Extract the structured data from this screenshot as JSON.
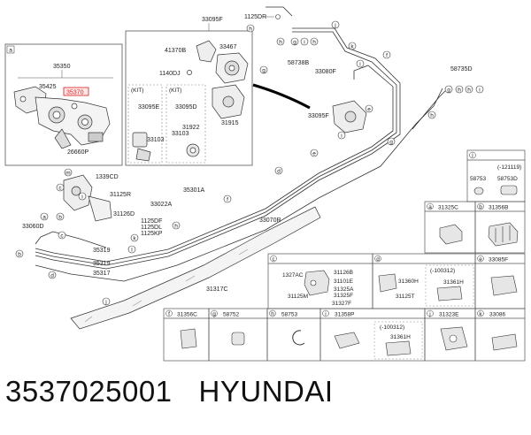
{
  "caption": {
    "part_number": "3537025001",
    "brand": "HYUNDAI"
  },
  "inset_a": {
    "marker": "a",
    "labels": [
      "35350",
      "35425",
      "35370",
      "26660P"
    ]
  },
  "inset_b": {
    "labels": [
      "33095F",
      "1125DR",
      "41370B",
      "33467",
      "1140DJ"
    ],
    "kit_left": {
      "title": "(KIT)",
      "labels": [
        "33095E",
        "33103"
      ]
    },
    "kit_right": {
      "title": "(KIT)",
      "labels": [
        "33095D",
        "31922",
        "33103",
        "31915"
      ]
    }
  },
  "main_labels": {
    "b58738": "58738B",
    "b33080": "33080F",
    "b58735": "58735D",
    "b33095f2": "33095F",
    "b1339": "1339CD",
    "b31125r": "31125R",
    "b35301": "35301A",
    "b33022": "33022A",
    "b31126d": "31126D",
    "b1125df": "1125DF",
    "b1125dl": "1125DL",
    "b1125kp": "1125KP",
    "b33060": "33060D",
    "b35319a": "35319",
    "b35319b": "35319",
    "b35317": "35317",
    "b33070": "33070R",
    "b31317": "31317C"
  },
  "callouts": {
    "c_h1": "h",
    "c_g1": "g",
    "c_h2": "h",
    "c_i1": "i",
    "c_k1": "k",
    "c_j1": "j",
    "c_g2": "g",
    "c_h3": "h",
    "c_i2": "i",
    "c_f1": "f",
    "c_h4": "h",
    "c_g3": "g",
    "c_h5": "h",
    "c_i3": "i",
    "c_g4": "g",
    "c_h6": "h",
    "c_e1": "e",
    "c_i4": "i",
    "c_e2": "e",
    "c_d1": "d",
    "c_f2": "f",
    "c_h7": "h",
    "c_b1": "b",
    "c_a1": "a",
    "c_l1": "l",
    "c_j2": "j",
    "c_i5": "i",
    "c_c1": "c",
    "c_d2": "d",
    "c_b2": "b",
    "c_c2": "c",
    "c_k2": "k",
    "c_m1": "m"
  },
  "grid": {
    "l": {
      "marker": "l",
      "note": "(-121119)",
      "labels": [
        "58753",
        "58753D"
      ]
    },
    "a": {
      "marker": "a",
      "code": "31325C"
    },
    "b": {
      "marker": "b",
      "code": "31356B"
    },
    "c": {
      "marker": "c",
      "labels": [
        "1327AC",
        "31126B",
        "31101E",
        "31325A",
        "31125M",
        "31325F",
        "31327F"
      ]
    },
    "d": {
      "marker": "d",
      "note": "(-100312)",
      "labels": [
        "31360H",
        "31125T",
        "31361H"
      ]
    },
    "e": {
      "marker": "e",
      "code": "33085F"
    },
    "f": {
      "marker": "f",
      "code": "31356C"
    },
    "g": {
      "marker": "g",
      "code": "58752"
    },
    "h": {
      "marker": "h",
      "code": "58753"
    },
    "i": {
      "marker": "i",
      "code": "31358P",
      "note": "(-100312)",
      "sub": "31361H"
    },
    "j": {
      "marker": "j",
      "code": "31323E"
    },
    "k": {
      "marker": "k",
      "code": "33086"
    }
  }
}
